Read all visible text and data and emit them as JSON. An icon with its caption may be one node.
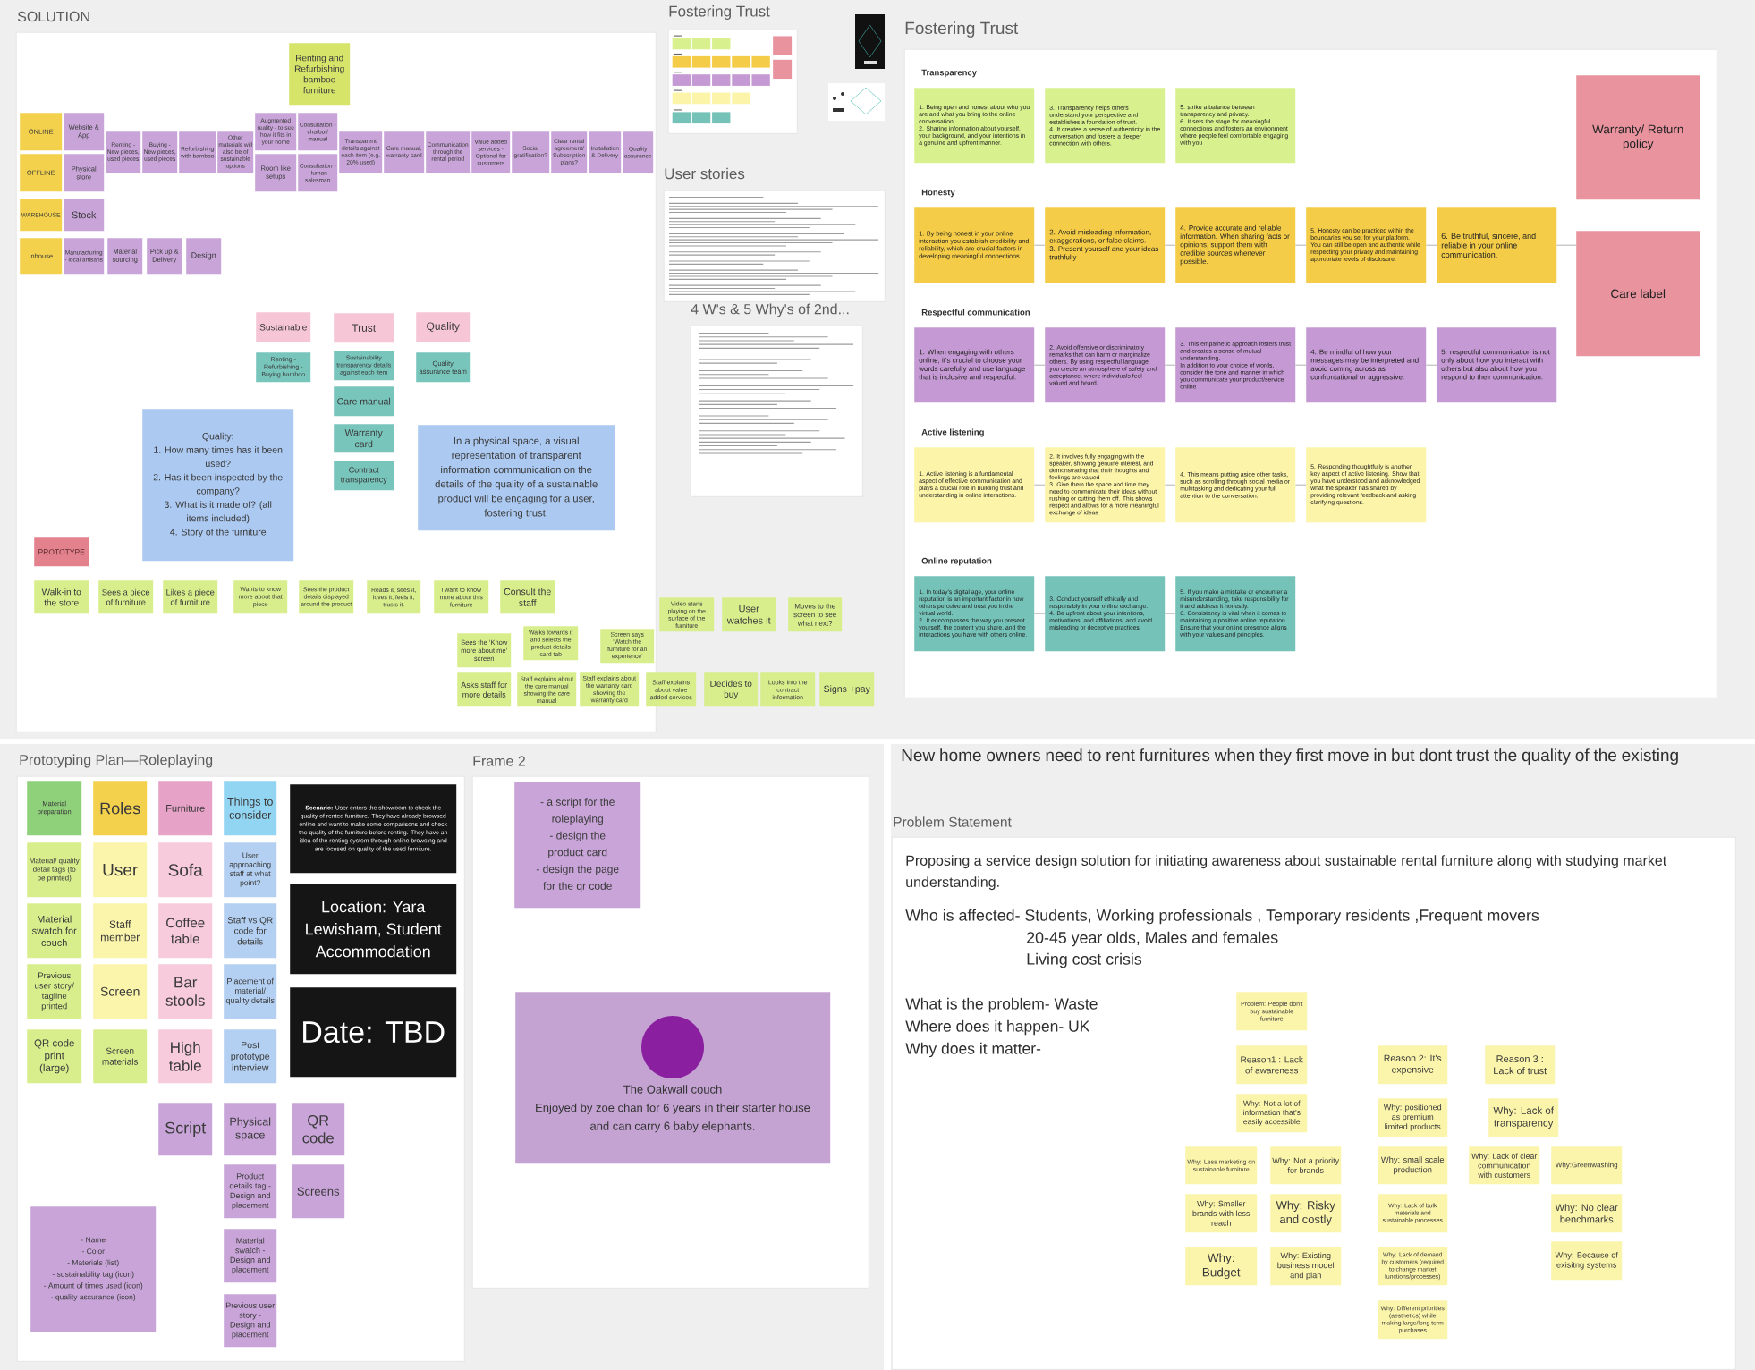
{
  "diagram": {
    "nodes": [
      {
        "text": [
          "SOLUTION"
        ]
      },
      {
        "text": [
          "Renting and Refurbishing bamboo furniture"
        ],
        "in": 0
      },
      {
        "text": [
          "ONLINE"
        ],
        "in": 0
      },
      {
        "text": [
          "Website & App"
        ],
        "in": 0
      },
      {
        "text": [
          "Renting - New pieces, used pieces"
        ],
        "in": 0
      },
      {
        "text": [
          "Buying - New pieces, used pieces"
        ],
        "in": 0
      },
      {
        "text": [
          "Refurbishing with bamboo"
        ],
        "in": 0
      },
      {
        "text": [
          "Other materials will also be of sustainable options"
        ],
        "in": 0
      },
      {
        "text": [
          "Augmented reality - to see how it fits in your home"
        ],
        "in": 0
      },
      {
        "text": [
          "Consultation - chatbot/ manual"
        ],
        "in": 0
      },
      {
        "text": [
          "Transparent details against each item (e.g. 20% used)"
        ],
        "in": 0
      },
      {
        "text": [
          "Care manual, warranty card"
        ],
        "in": 0
      },
      {
        "text": [
          "Communication through the rental period"
        ],
        "in": 0
      },
      {
        "text": [
          "Value added services - Optional for customers"
        ],
        "in": 0
      },
      {
        "text": [
          "Social gratification?"
        ],
        "in": 0
      },
      {
        "text": [
          "Clear rental agreement/ Subscription plans?"
        ],
        "in": 0
      },
      {
        "text": [
          "Installation & Delivery"
        ],
        "in": 0
      },
      {
        "text": [
          "Quality assurance"
        ],
        "in": 0
      },
      {
        "text": [
          "OFFLINE"
        ],
        "in": 0
      },
      {
        "text": [
          "Physical store"
        ],
        "in": 0
      },
      {
        "text": [
          "Room like setups"
        ],
        "in": 0
      },
      {
        "text": [
          "Consultation - Human salesman"
        ],
        "in": 0
      },
      {
        "text": [
          "WAREHOUSE"
        ],
        "in": 0
      },
      {
        "text": [
          "Stock"
        ],
        "in": 0
      },
      {
        "text": [
          "Inhouse"
        ],
        "in": 0
      },
      {
        "text": [
          "Manufacturing - local artisans"
        ],
        "in": 0
      },
      {
        "text": [
          "Material sourcing"
        ],
        "in": 0
      },
      {
        "text": [
          "Pick up & Delivery"
        ],
        "in": 0
      },
      {
        "text": [
          "Design"
        ],
        "in": 0
      },
      {
        "text": [
          "Sustainable"
        ],
        "in": 0
      },
      {
        "text": [
          "Trust"
        ],
        "in": 0
      },
      {
        "text": [
          "Quality"
        ],
        "in": 0
      },
      {
        "text": [
          "Renting - Refurbishing - Buying bamboo"
        ],
        "in": 0
      },
      {
        "text": [
          "Sustainability transparency details against each item"
        ],
        "in": 0
      },
      {
        "text": [
          "Quality assurance team"
        ],
        "in": 0
      },
      {
        "text": [
          "Care manual"
        ],
        "in": 0
      },
      {
        "text": [
          "Quality:",
          "1. How many times has it been used?",
          "2. Has it been inspected by the company?",
          "3. What is it made of? (all items included)",
          "4. Story of the furniture"
        ],
        "in": 0
      },
      {
        "text": [
          "Warranty card"
        ],
        "in": 0
      },
      {
        "text": [
          "In a physical space, a visual representation of transparent information communication on the details of the quality of a sustainable product will be engaging for a user, fostering  trust."
        ],
        "in": 0
      },
      {
        "text": [
          "Contract transparency"
        ],
        "in": 0
      },
      {
        "text": [
          "PROTOTYPE"
        ],
        "in": 0
      },
      {
        "text": [
          "Walk-in to the store"
        ],
        "in": 0
      },
      {
        "text": [
          "Sees a piece of furniture"
        ],
        "in": 0
      },
      {
        "text": [
          "Likes a piece of furniture"
        ],
        "in": 0
      },
      {
        "text": [
          "Wants to know more about that piece"
        ],
        "in": 0
      },
      {
        "text": [
          "Sees the product details displayed around the product"
        ],
        "in": 0
      },
      {
        "text": [
          "Reads it, sees it, loves it, feels it, trusts it."
        ],
        "in": 0
      },
      {
        "text": [
          "I want to know more about this furniture"
        ],
        "in": 0
      },
      {
        "text": [
          "Consult the staff"
        ],
        "in": 0
      },
      {
        "text": [
          "Sees the ‘Know more about me’ screen"
        ],
        "in": 0
      },
      {
        "text": [
          "Walks towards it and selects the product details card tab"
        ],
        "in": 0
      },
      {
        "text": [
          "Screen says ‘Watch the furniture for an experience’"
        ],
        "in": 0
      },
      {
        "text": [
          "Asks staff for more details"
        ],
        "in": 0
      },
      {
        "text": [
          "Staff explains about the care manual showing the care manual"
        ],
        "in": 0
      },
      {
        "text": [
          "Staff explains about the warranty card showing the warranty card"
        ],
        "in": 0
      },
      {
        "text": [
          "Fostering Trust"
        ]
      },
      {
        "text": [
          "User stories"
        ]
      },
      {
        "text": [
          "4 W's & 5 Why's of 2nd..."
        ]
      },
      {
        "text": [
          "Video starts playing on the surface of the furniture"
        ]
      },
      {
        "text": [
          "User watches it"
        ]
      },
      {
        "text": [
          "Moves to the screen to see what next?"
        ]
      },
      {
        "text": [
          "Staff explains about value added services"
        ]
      },
      {
        "text": [
          "Decides to buy"
        ]
      },
      {
        "text": [
          "Looks into the contract information"
        ]
      },
      {
        "text": [
          "Signs +pay"
        ]
      },
      {
        "text": [
          "Fostering Trust",
          "Transparency",
          "Honesty",
          "Respectful communication",
          "Active listening",
          "Online reputation"
        ]
      },
      {
        "text": [
          "1. Being open and honest about who you are and what you bring to the online conversation.",
          "2. Sharing information about yourself, your background, and your intentions in a genuine and upfront manner."
        ],
        "in": 65
      },
      {
        "text": [
          "3. Transparency helps others understand your perspective and establishes a foundation of trust.",
          "4. It creates a sense of authenticity in the conversation and fosters a deeper connection with others."
        ],
        "in": 65
      },
      {
        "text": [
          "5. strike a balance between transparency and privacy.",
          "6. It sets the stage for meaningful connections and fosters an environment where people feel comfortable engaging with you"
        ],
        "in": 65
      },
      {
        "text": [
          "Warranty/ Return policy"
        ],
        "in": 65
      },
      {
        "text": [
          "1. By being honest in your online interaction you establish credibility and reliability, which are crucial factors in developing meaningful connections."
        ],
        "in": 65
      },
      {
        "text": [
          "2. Avoid misleading information, exaggerations, or false claims.",
          "3. Present yourself and your ideas truthfully"
        ],
        "in": 65
      },
      {
        "text": [
          "4. Provide accurate and reliable information. When sharing facts or opinions, support them with credible sources whenever possible."
        ],
        "in": 65
      },
      {
        "text": [
          "5. Honesty can be practiced within the boundaries you set for your platform. You can still be open and authentic while respecting your privacy and maintaining appropriate levels of disclosure."
        ],
        "in": 65
      },
      {
        "text": [
          "6. Be truthful, sincere, and reliable in your online communication."
        ],
        "in": 65
      },
      {
        "text": [
          "Care label"
        ],
        "in": 65
      },
      {
        "text": [
          "1. When engaging with others online, it's crucial to choose your words carefully and use language that is inclusive and respectful."
        ],
        "in": 65
      },
      {
        "text": [
          "2. Avoid offensive or discriminatory remarks that can harm or marginalize others. By using respectful language, you create an atmosphere of safety and acceptance, where individuals feel valued and heard."
        ],
        "in": 65
      },
      {
        "text": [
          "3. This empathetic approach fosters trust and creates a sense of mutual understanding.",
          "In addition to your choice of words, consider the tone and manner in which you communicate your product/service online"
        ],
        "in": 65
      },
      {
        "text": [
          "4. Be mindful of how your messages may be interpreted and avoid coming across as confrontational or aggressive."
        ],
        "in": 65
      },
      {
        "text": [
          "5. respectful communication is not only about how you interact with others but also about how you respond to their communication."
        ],
        "in": 65
      },
      {
        "text": [
          "1. Active listening is a fundamental aspect of effective communication and plays a crucial role in building trust and understanding in online interactions."
        ],
        "in": 65
      },
      {
        "text": [
          "2. It involves fully engaging with the speaker, showing genuine interest, and demonstrating that their thoughts and feelings are valued",
          "3. Give them the space and time they need to communicate their ideas without rushing or cutting them off. This shows respect and allows for a more meaningful exchange of ideas"
        ],
        "in": 65
      },
      {
        "text": [
          "4. This means putting aside other tasks, such as scrolling through social media or multitasking and dedicating your full attention to the conversation."
        ],
        "in": 65
      },
      {
        "text": [
          "5. Responding thoughtfully is another key aspect of active listening. Show that you have understood and acknowledged what the speaker has shared by providing relevant feedback and asking clarifying questions."
        ],
        "in": 65
      },
      {
        "text": [
          "1. In today's digital age, your online reputation is an important factor in how others perceive and trust you in the virtual world.",
          "2. It encompasses the way you present yourself, the content you share, and the interactions you have with others online."
        ],
        "in": 65
      },
      {
        "text": [
          "3. Conduct yourself ethically and responsibly in your online exchange.",
          "4. Be upfront about your intentions, motivations, and affiliations, and avoid misleading or deceptive practices."
        ],
        "in": 65
      },
      {
        "text": [
          "5. If you make a mistake or encounter a misunderstanding, take responsibility for it and address it honestly.",
          "6. Consistency is vital when it comes to maintaining a positive online reputation. Ensure that your online presence aligns with your values and principles."
        ],
        "in": 65
      },
      {
        "text": [
          "Prototyping Plan—Roleplaying"
        ]
      },
      {
        "text": [
          "Material preparation"
        ],
        "in": 88
      },
      {
        "text": [
          "Material/ quality detail tags (to be printed)"
        ],
        "in": 88
      },
      {
        "text": [
          "Material swatch for couch"
        ],
        "in": 88
      },
      {
        "text": [
          "Previous user story/ tagline printed"
        ],
        "in": 88
      },
      {
        "text": [
          "QR code print (large)"
        ],
        "in": 88
      },
      {
        "text": [
          "Roles"
        ],
        "in": 88
      },
      {
        "text": [
          "User"
        ],
        "in": 88
      },
      {
        "text": [
          "Staff member"
        ],
        "in": 88
      },
      {
        "text": [
          "Screen"
        ],
        "in": 88
      },
      {
        "text": [
          "Screen materials"
        ],
        "in": 88
      },
      {
        "text": [
          "Furniture"
        ],
        "in": 88
      },
      {
        "text": [
          "Sofa"
        ],
        "in": 88
      },
      {
        "text": [
          "Coffee table"
        ],
        "in": 88
      },
      {
        "text": [
          "Bar stools"
        ],
        "in": 88
      },
      {
        "text": [
          "High table"
        ],
        "in": 88
      },
      {
        "text": [
          "Script"
        ],
        "in": 88
      },
      {
        "text": [
          "Things to consider"
        ],
        "in": 88
      },
      {
        "text": [
          "User approaching staff at what point?"
        ],
        "in": 88
      },
      {
        "text": [
          "Staff vs QR code for details"
        ],
        "in": 88
      },
      {
        "text": [
          "Placement of material/ quality details"
        ],
        "in": 88
      },
      {
        "text": [
          "Post prototype interview"
        ],
        "in": 88
      },
      {
        "text": [
          "Physical space"
        ],
        "in": 88
      },
      {
        "text": [
          "Product details tag - Design and placement"
        ],
        "in": 88
      },
      {
        "text": [
          "Material swatch - Design and placement"
        ],
        "in": 88
      },
      {
        "text": [
          "Previous user story - Design and placement"
        ],
        "in": 88
      },
      {
        "text": [
          "**Scenario:** User enters the showroom to check the quality of rented furniture. They have already browsed online and want to make some comparisons and check the quality of the furniture before renting. They have an idea of the renting system through online browsing and are focused on quality of the used furniture."
        ],
        "in": 88
      },
      {
        "text": [
          "Location: Yara Lewisham, Student Accommodation"
        ],
        "in": 88
      },
      {
        "text": [
          "Date: TBD"
        ],
        "in": 88
      },
      {
        "text": [
          "QR code"
        ],
        "in": 88
      },
      {
        "text": [
          "Screens"
        ],
        "in": 88
      },
      {
        "text": [
          "- Name",
          "- Color",
          "- Materials (list)",
          "-  sustainability tag (icon)",
          "-  Amount of times used (icon)",
          "- quality assurance (icon)"
        ],
        "in": 88
      },
      {
        "text": [
          "Frame 2"
        ]
      },
      {
        "text": [
          "- a script for the roleplaying",
          "- design the product card",
          "- design the page for the qr code"
        ],
        "in": 120
      },
      {
        "text": [
          "The Oakwall couch",
          "Enjoyed by zoe chan for 6 years in their starter house and can carry 6 baby elephants."
        ],
        "in": 120
      },
      {
        "text": [
          "Problem Statement",
          "Proposing a service design solution for initiating awareness about sustainable rental furniture along with studying market understanding.",
          "Who is affected- Students, Working professionals , Temporary residents ,Frequent movers",
          "20-45 year olds, Males and females",
          "Living cost crisis",
          "What is the problem- Waste",
          "Where does it happen- UK",
          "Why does it matter-"
        ]
      },
      {
        "text": [
          "Problem: People don't buy sustainable furniture"
        ],
        "in": 123
      },
      {
        "text": [
          "Reason1 : Lack of awareness"
        ],
        "in": 123
      },
      {
        "text": [
          "Reason 2: It's expensive"
        ],
        "in": 123
      },
      {
        "text": [
          "Reason 3 : Lack of trust"
        ],
        "in": 123
      },
      {
        "text": [
          "Why: Not a lot of information that's easily accessible"
        ],
        "in": 123
      },
      {
        "text": [
          "Why: positioned as premium limited products"
        ],
        "in": 123
      },
      {
        "text": [
          "Why: Lack of transparency"
        ],
        "in": 123
      },
      {
        "text": [
          "Why: Less marketing on sustainable furniture"
        ],
        "in": 123
      },
      {
        "text": [
          "Why: Not a priority for brands"
        ],
        "in": 123
      },
      {
        "text": [
          "Why: small scale production"
        ],
        "in": 123
      },
      {
        "text": [
          "Why: Lack of clear communication with customers"
        ],
        "in": 123
      },
      {
        "text": [
          "Why:Greenwashing"
        ],
        "in": 123
      },
      {
        "text": [
          "Why: Smaller brands with less reach"
        ],
        "in": 123
      },
      {
        "text": [
          "Why: Risky and costly"
        ],
        "in": 123
      },
      {
        "text": [
          "Why: Lack of bulk materials and sustainable processes"
        ],
        "in": 123
      },
      {
        "text": [
          "Why: No clear benchmarks"
        ],
        "in": 123
      },
      {
        "text": [
          "Why: Budget"
        ],
        "in": 123
      },
      {
        "text": [
          "Why: Existing business model and plan"
        ],
        "in": 123
      },
      {
        "text": [
          "Why: Lack of demand by customers (required to change market functions/processes)"
        ],
        "in": 123
      },
      {
        "text": [
          "Why: Because of exisitng systems"
        ],
        "in": 123
      },
      {
        "text": [
          "Why: Different priorities (aesthetics) while making large/long term purchases"
        ],
        "in": 123
      }
    ],
    "edges": [
      {
        "from": 70,
        "to": 71,
        "arrow": "none"
      },
      {
        "from": 71,
        "to": 72,
        "arrow": "none"
      },
      {
        "from": 72,
        "to": 73,
        "arrow": "none"
      },
      {
        "from": 73,
        "to": 74,
        "arrow": "none"
      },
      {
        "from": 74,
        "to": 75,
        "arrow": "none"
      },
      {
        "from": 76,
        "to": 77,
        "arrow": "none"
      },
      {
        "from": 77,
        "to": 78,
        "arrow": "none"
      },
      {
        "from": 78,
        "to": 79,
        "arrow": "none"
      },
      {
        "from": 79,
        "to": 80,
        "arrow": "none"
      },
      {
        "from": 81,
        "to": 82,
        "arrow": "none"
      },
      {
        "from": 82,
        "to": 83,
        "arrow": "none"
      },
      {
        "from": 83,
        "to": 84,
        "arrow": "none"
      },
      {
        "from": 85,
        "to": 86,
        "arrow": "none"
      },
      {
        "from": 86,
        "to": 87,
        "arrow": "none"
      }
    ],
    "labels": [
      "New home owners need to rent furnitures when they first move in but dont trust the quality of the existing"
    ]
  }
}
